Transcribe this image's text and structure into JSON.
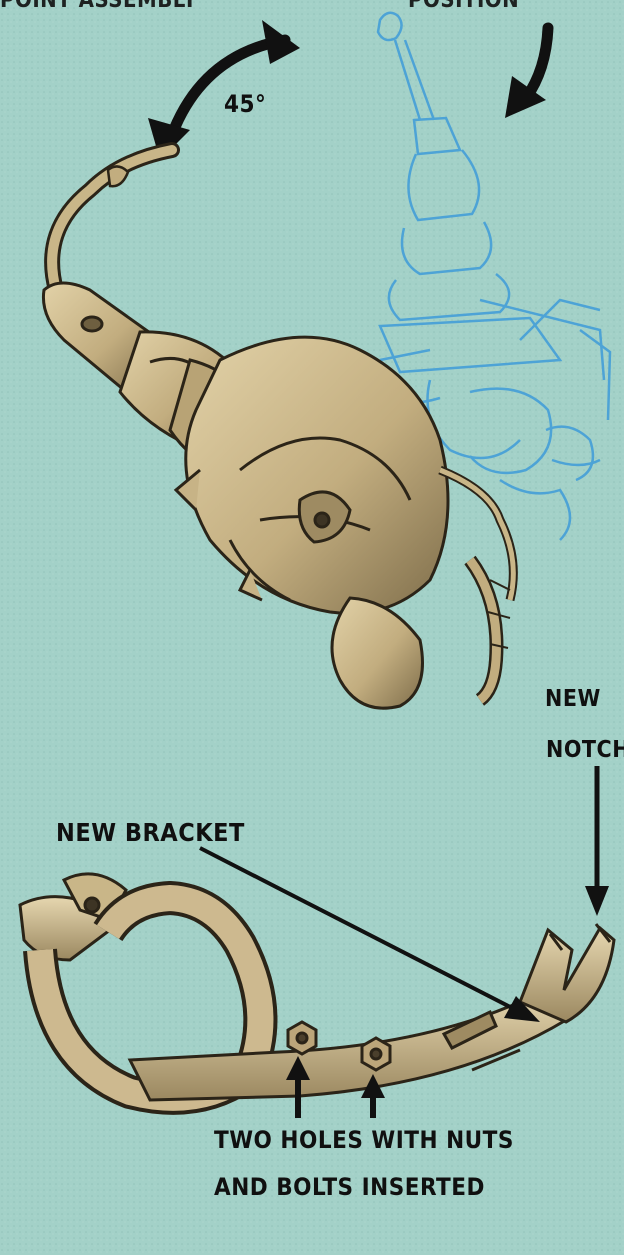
{
  "labels": {
    "top_left_caption": "POINT ASSEMBLY",
    "top_right_caption": "POSITION",
    "rotation_angle": "45°",
    "new_notch_line1": "NEW",
    "new_notch_line2": "NOTCH",
    "new_bracket": "NEW BRACKET",
    "holes_line1": "TWO HOLES WITH NUTS",
    "holes_line2": "AND BOLTS INSERTED"
  },
  "colors": {
    "background": "#a3d1c8",
    "part_fill": "#cdb98f",
    "part_shade": "#8e7d58",
    "outline": "#2b2418",
    "blueprint": "#4da3d6",
    "arrow": "#111111"
  }
}
